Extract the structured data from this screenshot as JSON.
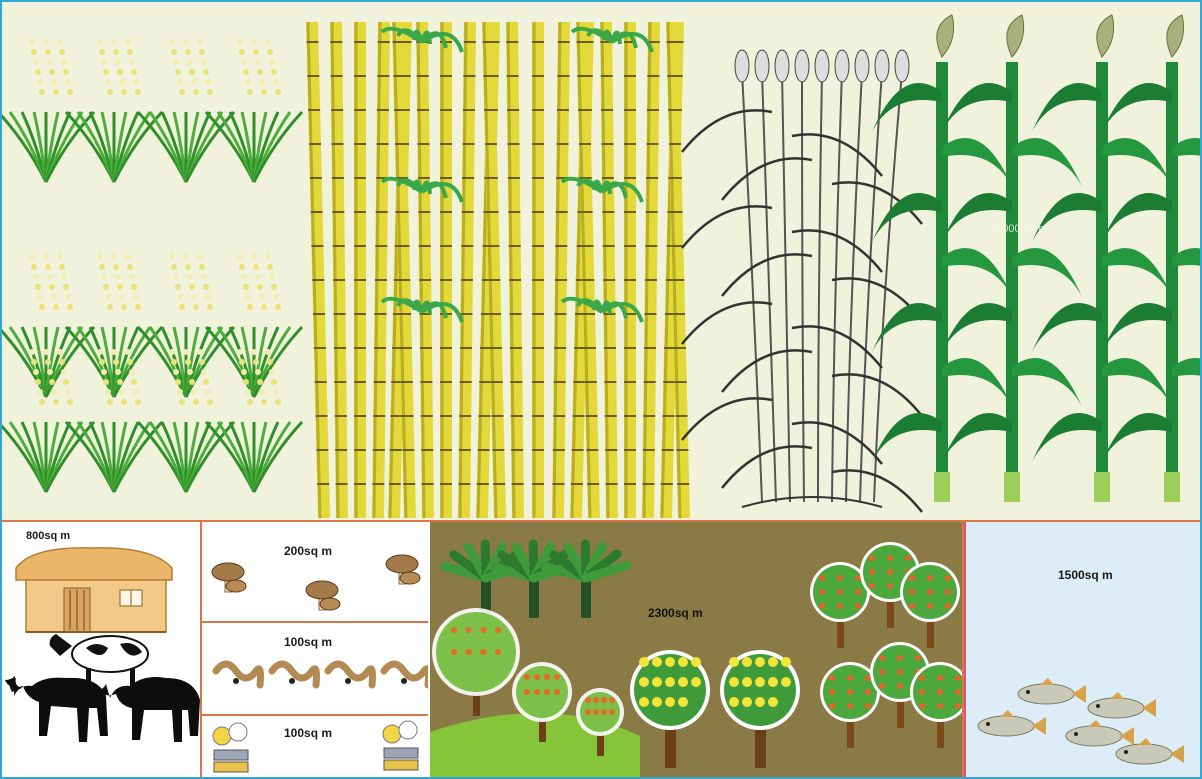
{
  "plots": {
    "crops": {
      "label": "10000 sq m"
    },
    "livestock": {
      "label": "800sq m"
    },
    "mushroom": {
      "label": "200sq m"
    },
    "vermicompost": {
      "label": "100sq m"
    },
    "bee_unit": {
      "label": "100sq m"
    },
    "horticulture": {
      "label": "2300sq m"
    },
    "fishery": {
      "label": "1500sq m"
    }
  },
  "icons": [
    "paddy-crop-icon",
    "sugarcane-icon",
    "sorghum-icon",
    "maize-icon",
    "cattle-shed-icon",
    "cow-icon",
    "buffalo-icon",
    "mushroom-icon",
    "earthworm-icon",
    "beehive-icon",
    "banana-tree-icon",
    "fruit-tree-icon",
    "lemon-tree-icon",
    "orange-tree-icon",
    "fish-icon"
  ],
  "colors": {
    "frame_border": "#2fa8d8",
    "panel_divider": "#d9764a",
    "crop_background": "#f1f2dc",
    "horticulture_background": "#8a7a45",
    "fishery_background": "#dcedf8",
    "livestock_background": "#ffffff"
  }
}
